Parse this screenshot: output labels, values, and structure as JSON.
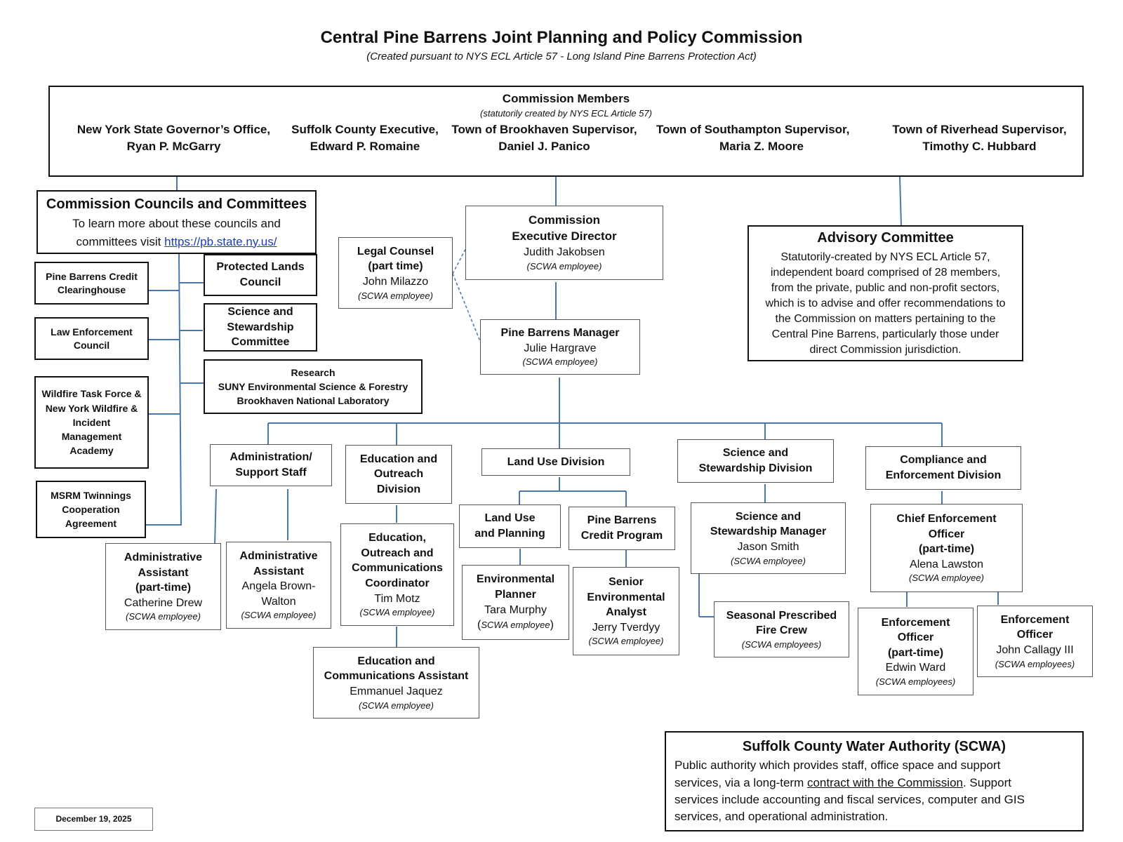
{
  "header": {
    "title": "Central Pine Barrens Joint Planning and Policy Commission",
    "subtitle": "(Created pursuant to NYS ECL Article 57 - Long Island Pine Barrens Protection Act)"
  },
  "members": {
    "heading": "Commission Members",
    "note": "(statutorily created by NYS ECL Article 57)",
    "list": [
      {
        "role": "New York State Governor’s Office,",
        "name": "Ryan P. McGarry"
      },
      {
        "role": "Suffolk County Executive,",
        "name": "Edward P. Romaine"
      },
      {
        "role": "Town of Brookhaven Supervisor,",
        "name": "Daniel J. Panico"
      },
      {
        "role": "Town of Southampton Supervisor,",
        "name": "Maria Z. Moore"
      },
      {
        "role": "Town of Riverhead Supervisor,",
        "name": "Timothy C. Hubbard"
      }
    ]
  },
  "councils": {
    "heading": "Commission Councils and Committees",
    "text1": "To learn more about these councils and",
    "text2": "committees visit ",
    "link": "https://pb.state.ny.us/",
    "left": [
      "Pine Barrens Credit Clearinghouse",
      "Law Enforcement Council",
      "Wildfire Task Force & New York Wildfire & Incident Management Academy",
      "MSRM Twinnings Cooperation Agreement"
    ],
    "right": [
      "Protected Lands Council",
      "Science and Stewardship Committee"
    ],
    "research": {
      "title": "Research",
      "line1": "SUNY Environmental Science & Forestry",
      "line2": "Brookhaven National Laboratory"
    }
  },
  "legal": {
    "title1": "Legal Counsel",
    "title2": "(part time)",
    "name": "John Milazzo",
    "note": "(SCWA employee)"
  },
  "director": {
    "title1": "Commission",
    "title2": "Executive Director",
    "name": "Judith Jakobsen",
    "note": "(SCWA employee)"
  },
  "manager": {
    "title": "Pine Barrens Manager",
    "name": "Julie Hargrave",
    "note": "(SCWA employee)"
  },
  "advisory": {
    "title": "Advisory Committee",
    "lines": [
      "Statutorily-created by NYS ECL Article 57,",
      "independent board comprised of 28 members,",
      "from the private, public and non-profit sectors,",
      "which is to advise and offer recommendations to",
      "the Commission on matters pertaining to the",
      "Central Pine Barrens, particularly those under",
      "direct Commission jurisdiction."
    ]
  },
  "divisions": {
    "admin": {
      "title1": "Administration/",
      "title2": "Support Staff"
    },
    "education": {
      "title1": "Education and",
      "title2": "Outreach",
      "title3": "Division"
    },
    "landuse": {
      "title": "Land Use Division"
    },
    "science": {
      "title1": "Science and",
      "title2": "Stewardship Division"
    },
    "compliance": {
      "title1": "Compliance and",
      "title2": "Enforcement Division"
    }
  },
  "staff": {
    "admin_asst_pt": {
      "t1": "Administrative",
      "t2": "Assistant",
      "t3": "(part-time)",
      "name": "Catherine Drew",
      "note": "(SCWA employee)"
    },
    "admin_asst": {
      "t1": "Administrative",
      "t2": "Assistant",
      "name1": "Angela Brown-",
      "name2": "Walton",
      "note": "(SCWA employee)"
    },
    "edu_coord": {
      "t1": "Education,",
      "t2": "Outreach and",
      "t3": "Communications",
      "t4": "Coordinator",
      "name": "Tim Motz",
      "note": "(SCWA employee)"
    },
    "edu_asst": {
      "t1": "Education and",
      "t2": "Communications Assistant",
      "name": "Emmanuel Jaquez",
      "note": "(SCWA employee)"
    },
    "land_use_planning": {
      "t1": "Land Use",
      "t2": "and Planning"
    },
    "credit_program": {
      "t1": "Pine Barrens",
      "t2": "Credit Program"
    },
    "env_planner": {
      "t1": "Environmental",
      "t2": "Planner",
      "name": "Tara Murphy",
      "note_pre": "(",
      "note": "SCWA employee",
      "note_post": ")"
    },
    "senior_analyst": {
      "t1": "Senior",
      "t2": "Environmental",
      "t3": "Analyst",
      "name": "Jerry Tverdyy",
      "note": "(SCWA employee)"
    },
    "sci_manager": {
      "t1": "Science and",
      "t2": "Stewardship Manager",
      "name": "Jason Smith",
      "note": "(SCWA employee)"
    },
    "fire_crew": {
      "t1": "Seasonal Prescribed",
      "t2": "Fire Crew",
      "note": "(SCWA employees)"
    },
    "chief_enf": {
      "t1": "Chief Enforcement",
      "t2": "Officer",
      "t3": "(part-time)",
      "name": "Alena Lawston",
      "note": "(SCWA employee)"
    },
    "enf_pt": {
      "t1": "Enforcement",
      "t2": "Officer",
      "t3": "(part-time)",
      "name": "Edwin Ward",
      "note": "(SCWA employees)"
    },
    "enf": {
      "t1": "Enforcement",
      "t2": "Officer",
      "name": "John Callagy III",
      "note": "(SCWA employees)"
    }
  },
  "scwa": {
    "title": "Suffolk County Water Authority (SCWA)",
    "l1": "Public authority which provides staff, office space and support",
    "l2a": "services, via a long-term ",
    "l2link": "contract with the Commission",
    "l2b": ".  Support",
    "l3": "services include accounting and fiscal services, computer and GIS",
    "l4": "services, and operational administration."
  },
  "date": "December 19,  2025",
  "colors": {
    "connector": "#4a78ad",
    "box_border": "#555555",
    "heavy_border": "#111111",
    "link": "#1a3fb0"
  }
}
